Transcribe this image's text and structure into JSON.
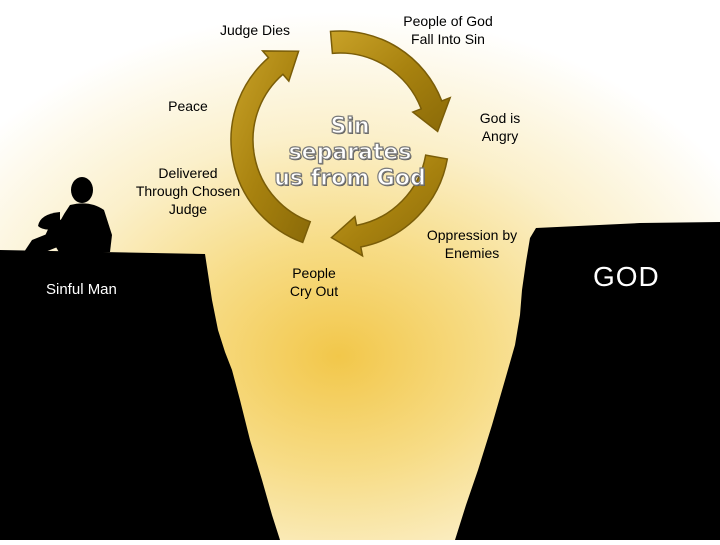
{
  "colors": {
    "background_glow": "#f2c74a",
    "cliff": "#000000",
    "arrow": "#b08a16",
    "arrow_edge": "#7a5d08"
  },
  "cycle": {
    "center_text": "Sin separates\nus from God",
    "steps": [
      "People of God\nFall Into Sin",
      "God is\nAngry",
      "Oppression by\nEnemies",
      "People\nCry Out",
      "Delivered\nThrough Chosen\nJudge",
      "Peace",
      "Judge Dies"
    ]
  },
  "left_cliff": {
    "label": "Sinful Man",
    "figure_icon": "sitting-man-silhouette-icon"
  },
  "right_cliff": {
    "label": "GOD"
  }
}
